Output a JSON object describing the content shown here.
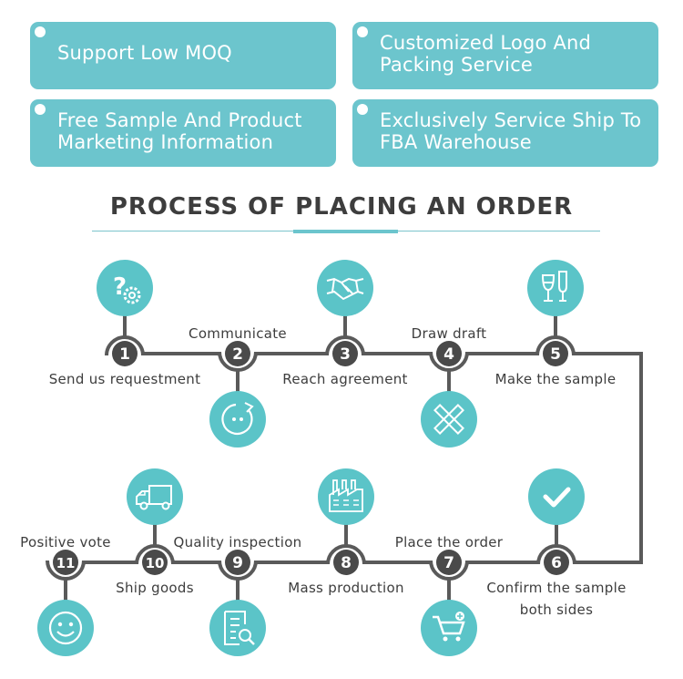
{
  "features": [
    {
      "text": "Support Low MOQ"
    },
    {
      "text": "Customized Logo And Packing Service",
      "line1": "Customized Logo And",
      "line2": "Packing Service"
    },
    {
      "text": "Free Sample And Product Marketing Information",
      "line1": "Free Sample And Product",
      "line2": "Marketing Information"
    },
    {
      "text": "Exclusively Service Ship To FBA Warehouse",
      "line1": "Exclusively Service Ship To",
      "line2": "FBA Warehouse"
    }
  ],
  "title": "PROCESS OF PLACING AN ORDER",
  "colors": {
    "accent": "#5bc4c8",
    "line": "#5a5a5a",
    "node": "#4a4a4a",
    "text": "#3d3d3d"
  },
  "steps": [
    {
      "num": "1",
      "label": "Send us requestment",
      "icon": "question-gear-icon",
      "icon_side": "up",
      "label_side": "below"
    },
    {
      "num": "2",
      "label": "Communicate",
      "icon": "chat-face-icon",
      "icon_side": "down",
      "label_side": "above"
    },
    {
      "num": "3",
      "label": "Reach agreement",
      "icon": "handshake-icon",
      "icon_side": "up",
      "label_side": "below"
    },
    {
      "num": "4",
      "label": "Draw draft",
      "icon": "ruler-pencil-icon",
      "icon_side": "down",
      "label_side": "above"
    },
    {
      "num": "5",
      "label": "Make the sample",
      "icon": "wine-glasses-icon",
      "icon_side": "up",
      "label_side": "below"
    },
    {
      "num": "6",
      "label": "Confirm the sample",
      "label2": "both sides",
      "icon": "checkmark-icon",
      "icon_side": "up",
      "label_side": "below"
    },
    {
      "num": "7",
      "label": "Place the order",
      "icon": "cart-add-icon",
      "icon_side": "down",
      "label_side": "above"
    },
    {
      "num": "8",
      "label": "Mass production",
      "icon": "factory-icon",
      "icon_side": "up",
      "label_side": "below"
    },
    {
      "num": "9",
      "label": "Quality inspection",
      "icon": "document-search-icon",
      "icon_side": "down",
      "label_side": "above"
    },
    {
      "num": "10",
      "label": "Ship goods",
      "icon": "truck-icon",
      "icon_side": "up",
      "label_side": "below"
    },
    {
      "num": "11",
      "label": "Positive vote",
      "icon": "smiley-icon",
      "icon_side": "down",
      "label_side": "above"
    }
  ]
}
